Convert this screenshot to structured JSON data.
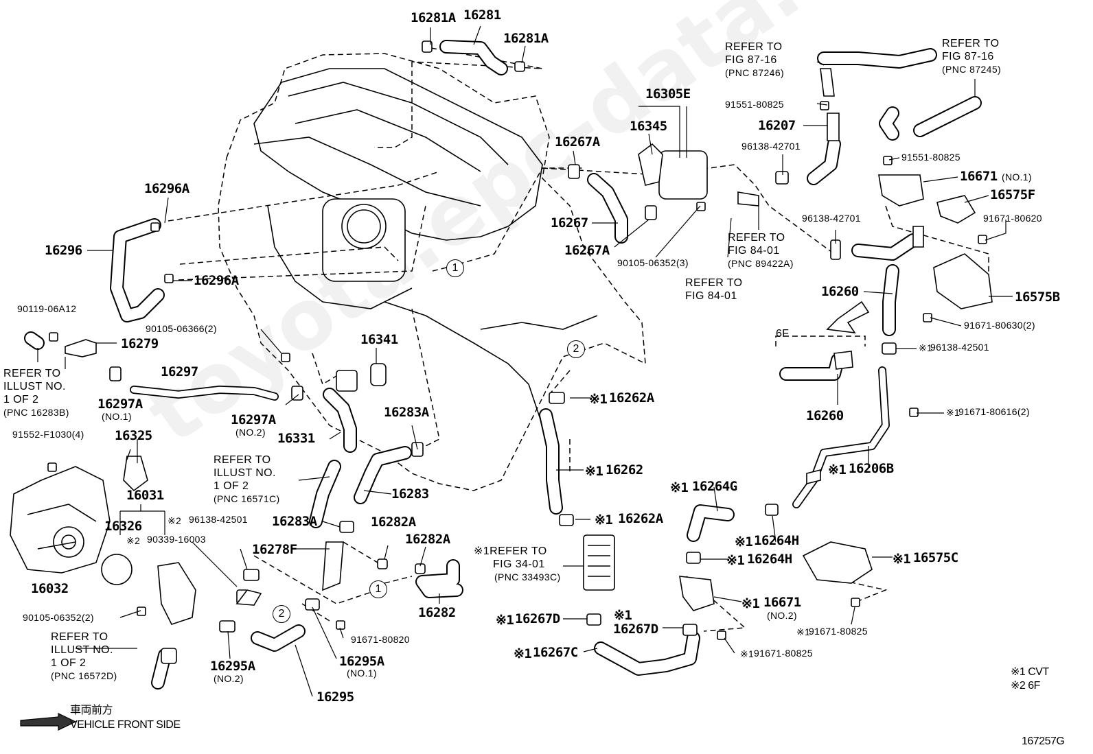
{
  "watermark": "toyota.epc-data.ru / carparts",
  "figure_number": "167257G",
  "legend": [
    {
      "label": "※1 CVT"
    },
    {
      "label": "※2 6F"
    }
  ],
  "direction": {
    "jp": "車両前方",
    "en": "VEHICLE FRONT SIDE"
  },
  "variant_label": "6F",
  "callouts": [
    "1",
    "2"
  ],
  "parts": {
    "p16281A_top": "16281A",
    "p16281": "16281",
    "p16281A_right": "16281A",
    "p16296A_top": "16296A",
    "p16296": "16296",
    "p16296A_bot": "16296A",
    "p90119": "90119-06A12",
    "p16279": "16279",
    "p16297": "16297",
    "p16297A_no1": "16297A",
    "p16297A_no1_sub": "(NO.1)",
    "p90105_06366": "90105-06366(2)",
    "p16341": "16341",
    "p16297A_no2": "16297A",
    "p16297A_no2_sub": "(NO.2)",
    "p16331": "16331",
    "p16283A_top": "16283A",
    "p16283": "16283",
    "p16283A_mid": "16283A",
    "p91552": "91552-F1030(4)",
    "p16325": "16325",
    "p16031": "16031",
    "p16326": "16326",
    "p96138_42501_left": "96138-42501",
    "p90339": "90339-16003",
    "p16032": "16032",
    "p16278F": "16278F",
    "p16282A_top": "16282A",
    "p16282A_mid": "16282A",
    "p16282": "16282",
    "p90105_06352_2": "90105-06352(2)",
    "p16295A_no2": "16295A",
    "p16295A_no2_sub": "(NO.2)",
    "p91671_80820": "91671-80820",
    "p16295A_no1": "16295A",
    "p16295A_no1_sub": "(NO.1)",
    "p16295": "16295",
    "p16305E": "16305E",
    "p16345": "16345",
    "p16267A_top": "16267A",
    "p16267": "16267",
    "p16267A_bot": "16267A",
    "p90105_06352_3": "90105-06352(3)",
    "p16262A_top": "16262A",
    "p16262": "16262",
    "p16262A_bot": "16262A",
    "p16267D_left": "16267D",
    "p16267D_right": "16267D",
    "p16267C": "16267C",
    "p16264G": "16264G",
    "p16264H_top": "16264H",
    "p16264H_bot": "16264H",
    "p16671_no2": "16671",
    "p16671_no2_sub": "(NO.2)",
    "p91671_80825_a": "91671-80825",
    "p16575C": "16575C",
    "p91671_80825_b": "91671-80825",
    "p91551_80825_a": "91551-80825",
    "p16207": "16207",
    "p96138_42701_a": "96138-42701",
    "p91551_80825_b": "91551-80825",
    "p16671_no1": "16671",
    "p16671_no1_sub": "(NO.1)",
    "p16575F": "16575F",
    "p91671_80620": "91671-80620",
    "p96138_42701_b": "96138-42701",
    "p16260_a": "16260",
    "p16575B": "16575B",
    "p91671_80630": "91671-80630(2)",
    "p96138_42501_right": "96138-42501",
    "p16260_b": "16260",
    "p91671_80616": "91671-80616(2)",
    "p16206B": "16206B"
  },
  "marks": {
    "m1": "※1",
    "m2": "※2"
  },
  "refs": {
    "r_87246": [
      "REFER TO",
      "FIG 87-16",
      "(PNC 87246)"
    ],
    "r_87245": [
      "REFER TO",
      "FIG 87-16",
      "(PNC 87245)"
    ],
    "r_89422A": [
      "REFER TO",
      "FIG 84-01",
      "(PNC 89422A)"
    ],
    "r_84_01": [
      "REFER TO",
      "FIG 84-01"
    ],
    "r_16283B": [
      "REFER TO",
      "ILLUST NO.",
      "1 OF 2",
      "(PNC 16283B)"
    ],
    "r_16571C": [
      "REFER TO",
      "ILLUST NO.",
      "1 OF 2",
      "(PNC 16571C)"
    ],
    "r_16572D": [
      "REFER TO",
      "ILLUST NO.",
      "1 OF 2",
      "(PNC 16572D)"
    ],
    "r_33493C": [
      "REFER TO",
      "FIG 34-01",
      "(PNC 33493C)"
    ]
  }
}
